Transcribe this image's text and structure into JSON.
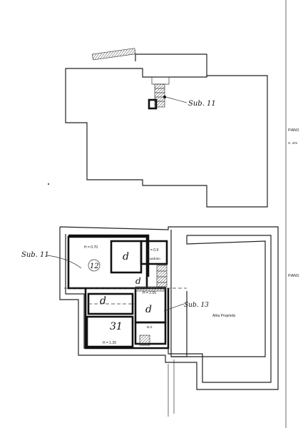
{
  "upper_plan": {
    "sub_label": "Sub. 11"
  },
  "lower_plan": {
    "sub_label": "Sub. 11",
    "sub13_label": "Sub. 13",
    "room_12_height": "H = 0.70",
    "room_12_mark": "12",
    "room_d1_mark": "d",
    "room_wc_height": "H = 0.9",
    "room_wc_label": "Quadrato",
    "corridor_mark": "d",
    "room_d2_mark": "d",
    "room_hatch_height": "H = 2.05",
    "room_d3_mark": "d",
    "room_31_mark": "31",
    "room_31_height": "H = 1.20",
    "small_label": "B.d.",
    "other_property": "Altra Proprietà"
  },
  "right_margin": {
    "label_top": "PIANO",
    "label_top_sub": "H. 4/m",
    "label_bottom": "PIANO"
  }
}
